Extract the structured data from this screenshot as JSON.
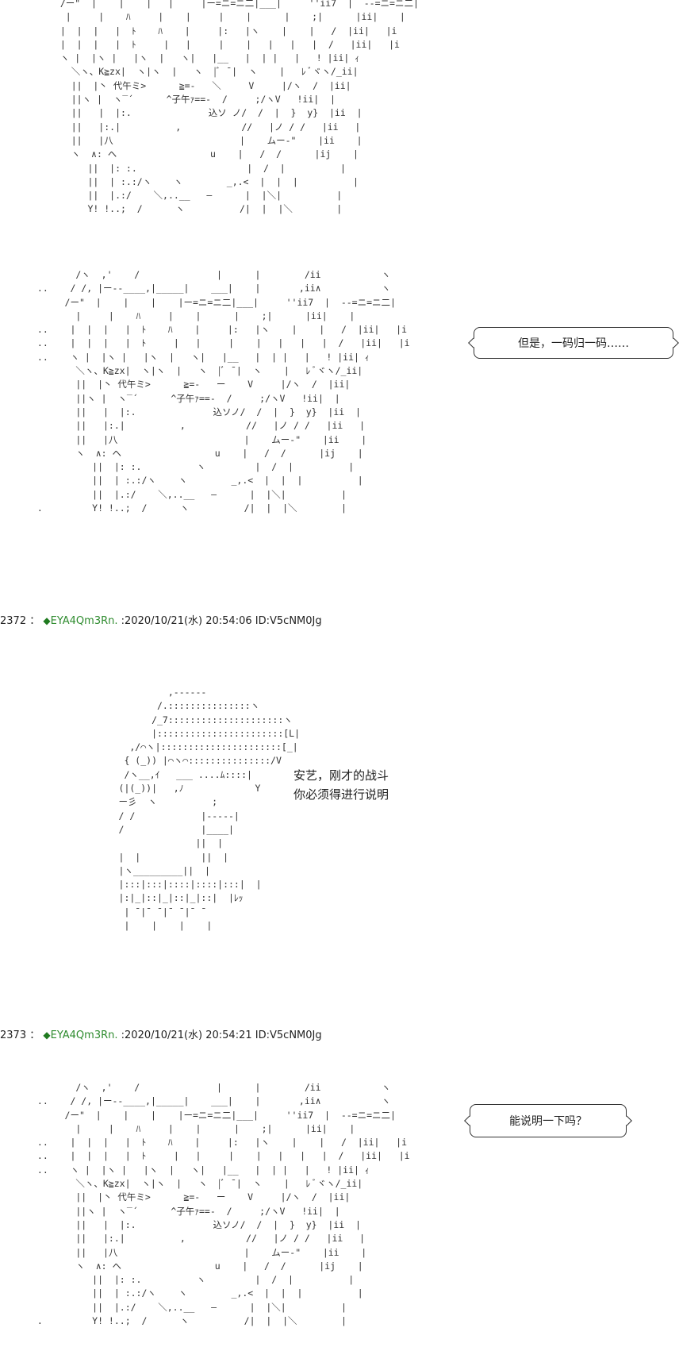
{
  "posts": [
    {
      "number": "2372",
      "separator": "：",
      "diamond": "◆",
      "tripcode": "EYA4Qm3Rn.",
      "datetime": ":2020/10/21(水) 20:54:06",
      "id": "ID:V5cNM0Jg",
      "dialogue_lines": [
        "安艺，刚才的战斗",
        "你必须得进行说明"
      ]
    },
    {
      "number": "2373",
      "separator": "：",
      "diamond": "◆",
      "tripcode": "EYA4Qm3Rn.",
      "datetime": ":2020/10/21(水) 20:54:21",
      "id": "ID:V5cNM0Jg",
      "bubble_text": "能说明一下吗？"
    }
  ],
  "top_bubble_text": "但是，一码归一码……"
}
